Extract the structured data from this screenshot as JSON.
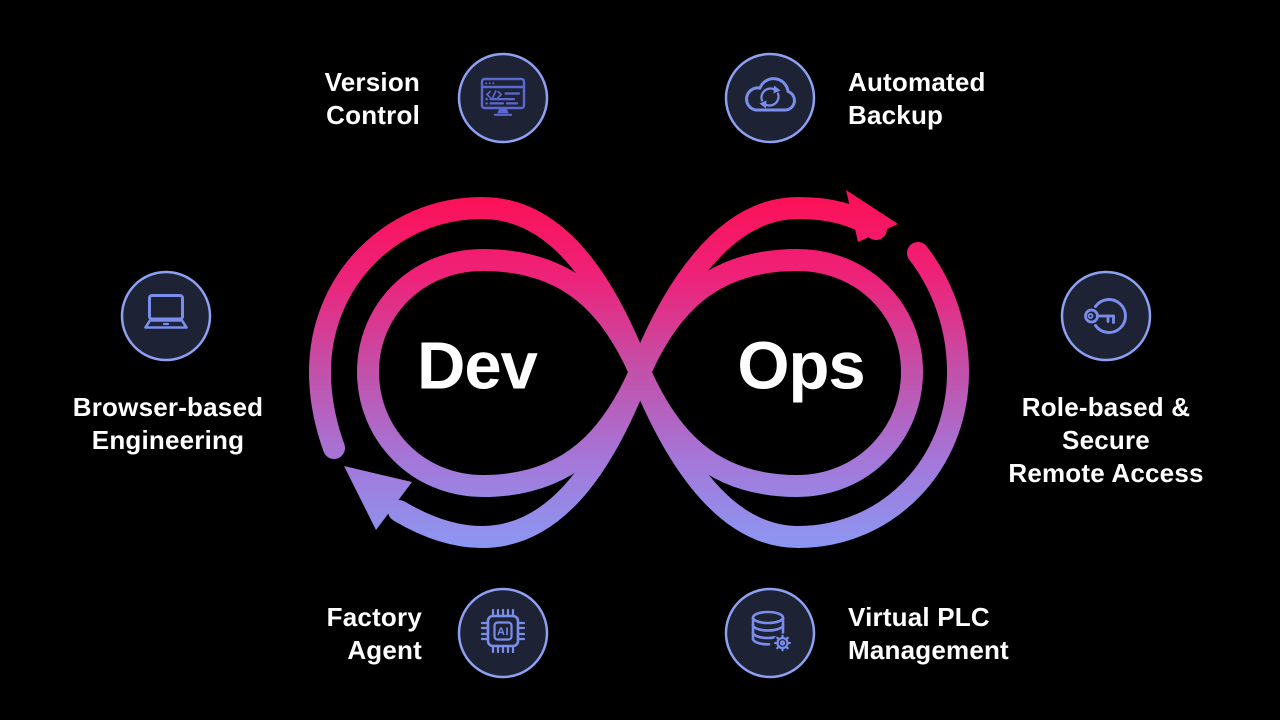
{
  "center": {
    "dev": "Dev",
    "ops": "Ops"
  },
  "features": [
    {
      "id": "version-control",
      "line1": "Version",
      "line2": "Control"
    },
    {
      "id": "automated-backup",
      "line1": "Automated",
      "line2": "Backup"
    },
    {
      "id": "browser-based-engineering",
      "line1": "Browser-based",
      "line2": "Engineering"
    },
    {
      "id": "role-based-secure-remote-access",
      "line1": "Role-based &",
      "line2": "Secure",
      "line3": "Remote Access"
    },
    {
      "id": "factory-agent",
      "line1": "Factory",
      "line2": "Agent",
      "chip_text": "AI"
    },
    {
      "id": "virtual-plc-management",
      "line1": "Virtual PLC",
      "line2": "Management"
    }
  ],
  "theme": {
    "background": "#000000",
    "text_color": "#ffffff",
    "icon_ring": "#8da0f2",
    "icon_fill": "#1d2234",
    "icon_stroke": "#7b8deb",
    "icon_stroke_deep": "#5b68d0",
    "grad_top": "#fd0e52",
    "grad_upper": "#ee2279",
    "grad_mid": "#c44fa8",
    "grad_lower": "#a476d8",
    "grad_bottom": "#8b98f2"
  }
}
